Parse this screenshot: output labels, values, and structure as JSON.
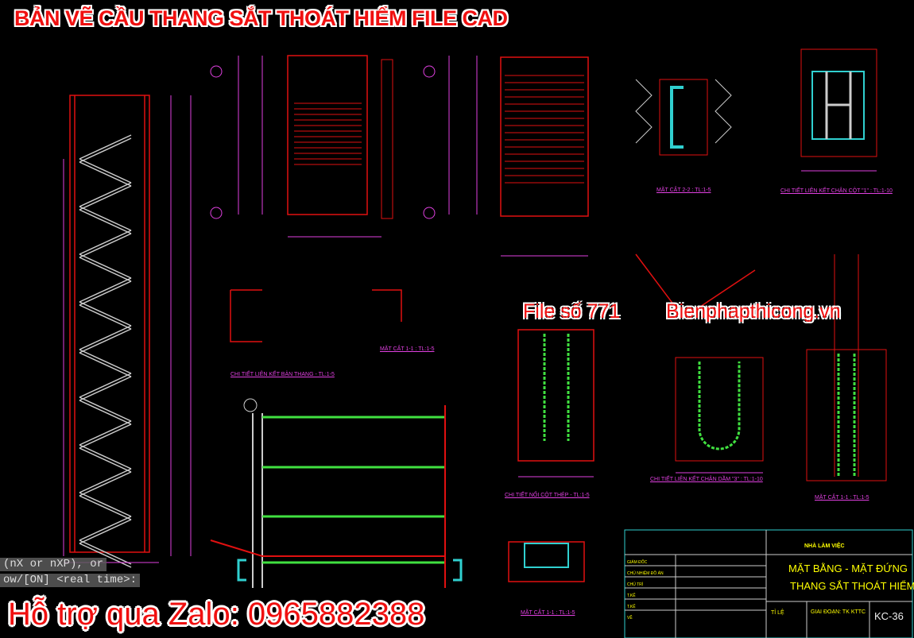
{
  "overlays": {
    "title": "BẢN VẼ CẦU THANG SẮT THOÁT HIỂM FILE CAD",
    "file_number": "File số 771",
    "website": "Bienphapthicong.vn",
    "support": "Hỗ trợ qua Zalo: 0965882388"
  },
  "command_line": {
    "line1": "(nX or nXP), or",
    "line2": "ow/[ON] <real time>:"
  },
  "section_labels": {
    "stair_flight_detail": "CHI TIẾT LIÊN KẾT BẢN THANG - TL:1-5",
    "section_1_1_a": "MẶT CẮT 1-1 : TL:1-5",
    "section_2_2": "MẶT CẮT 2-2 : TL:1-5",
    "column_base_detail": "CHI TIẾT LIÊN KẾT CHÂN CỘT \"1\" : TL:1-10",
    "column_splice_detail": "CHI TIẾT NỐI CỘT THÉP - TL:1-5",
    "beam_base_detail": "CHI TIẾT LIÊN KẾT CHÂN DẦM \"3\" : TL:1-10",
    "section_1_1_b": "MẶT CẮT 1-1 : TL:1-5",
    "section_1_1_c": "MẶT CẮT 1-1 : TL:1-5"
  },
  "title_block": {
    "project": "NHÀ LÀM VIỆC",
    "drawing_title_1": "MẶT BẰNG - MẶT ĐỨNG",
    "drawing_title_2": "THANG SẮT THOÁT HIỂM",
    "scale": "TỈ LỆ",
    "stage": "GIAI ĐOẠN: TK KTTC",
    "sheet": "KC-36",
    "roles": [
      "GIÁM ĐỐC",
      "CHỦ NHIỆM ĐỒ ÁN",
      "CHỦ TRÌ",
      "T.KẾ",
      "T.KẾ",
      "VẼ"
    ]
  },
  "colors": {
    "background": "#000000",
    "overlay_red": "#f01010",
    "cad_red": "#e01010",
    "cad_green": "#40e040",
    "cad_cyan": "#30d0d0",
    "cad_yellow": "#ffff00",
    "cad_magenta": "#e040e0"
  }
}
